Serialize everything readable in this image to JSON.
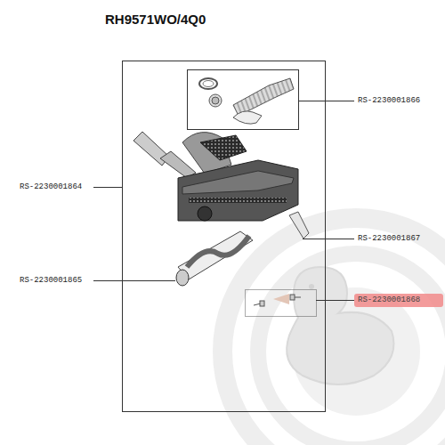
{
  "diagram": {
    "title": "RH9571WO/4Q0",
    "labels": [
      "RS-2230001866",
      "RS-2230001864",
      "RS-2230001867",
      "RS-2230001865",
      "RS-2230001868"
    ]
  }
}
